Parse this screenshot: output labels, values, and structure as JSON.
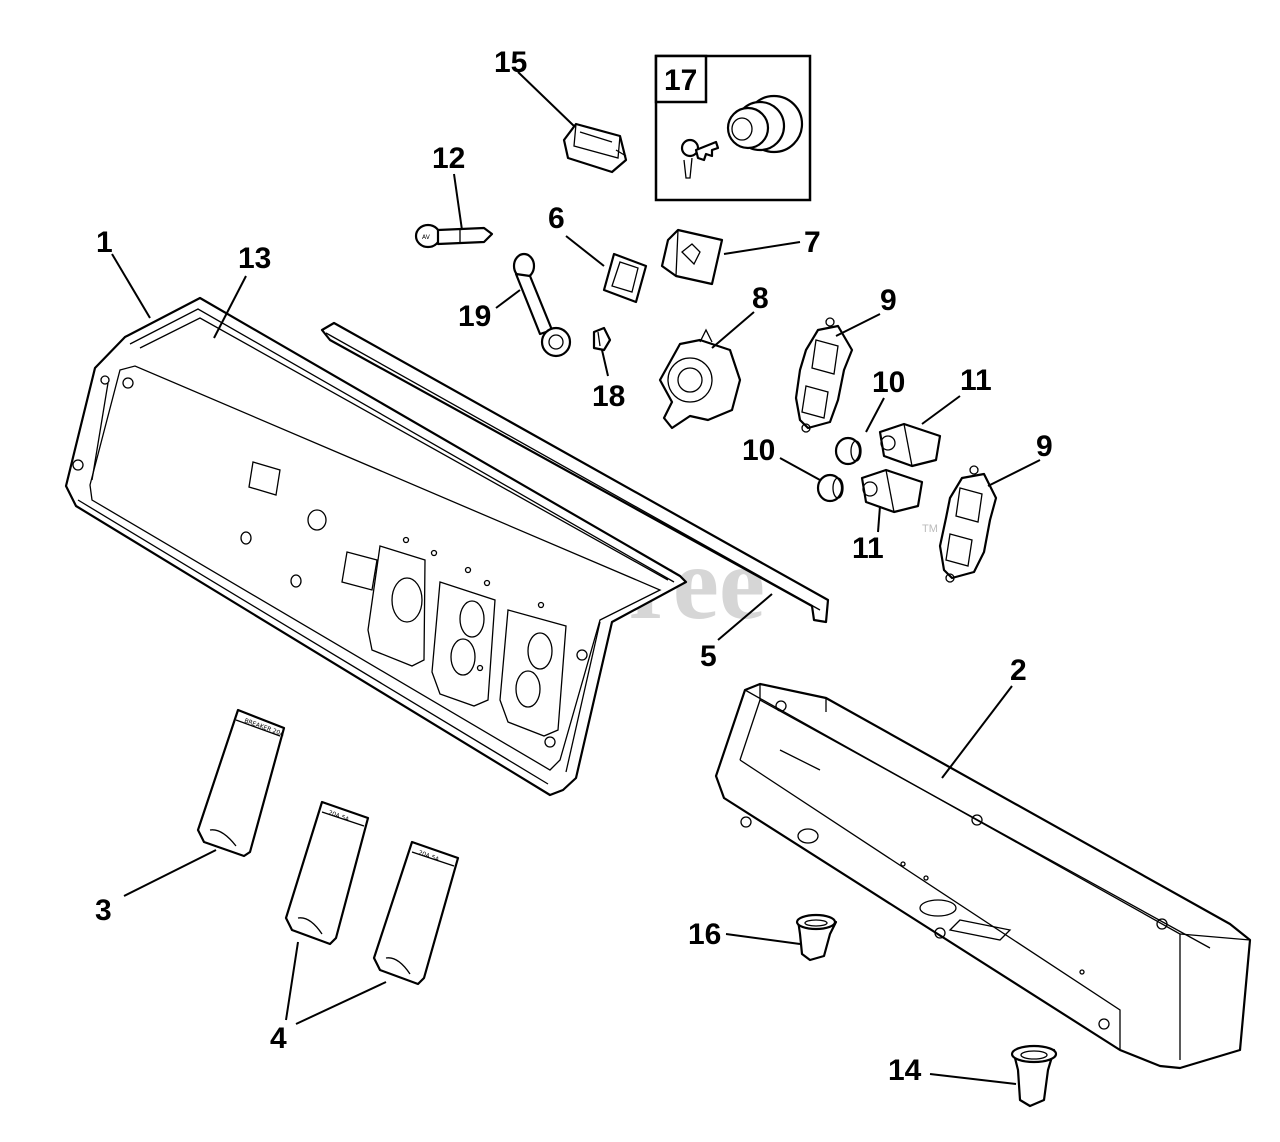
{
  "watermark": {
    "text": "PartsTree",
    "trademark": "TM"
  },
  "callouts": [
    {
      "id": "c1",
      "label": "1"
    },
    {
      "id": "c2",
      "label": "2"
    },
    {
      "id": "c3",
      "label": "3"
    },
    {
      "id": "c4",
      "label": "4"
    },
    {
      "id": "c5",
      "label": "5"
    },
    {
      "id": "c6",
      "label": "6"
    },
    {
      "id": "c7",
      "label": "7"
    },
    {
      "id": "c8",
      "label": "8"
    },
    {
      "id": "c9a",
      "label": "9"
    },
    {
      "id": "c9b",
      "label": "9"
    },
    {
      "id": "c10a",
      "label": "10"
    },
    {
      "id": "c10b",
      "label": "10"
    },
    {
      "id": "c11a",
      "label": "11"
    },
    {
      "id": "c11b",
      "label": "11"
    },
    {
      "id": "c12",
      "label": "12"
    },
    {
      "id": "c13",
      "label": "13"
    },
    {
      "id": "c14",
      "label": "14"
    },
    {
      "id": "c15",
      "label": "15"
    },
    {
      "id": "c16",
      "label": "16"
    },
    {
      "id": "c17",
      "label": "17"
    },
    {
      "id": "c18",
      "label": "18"
    },
    {
      "id": "c19",
      "label": "19"
    }
  ]
}
